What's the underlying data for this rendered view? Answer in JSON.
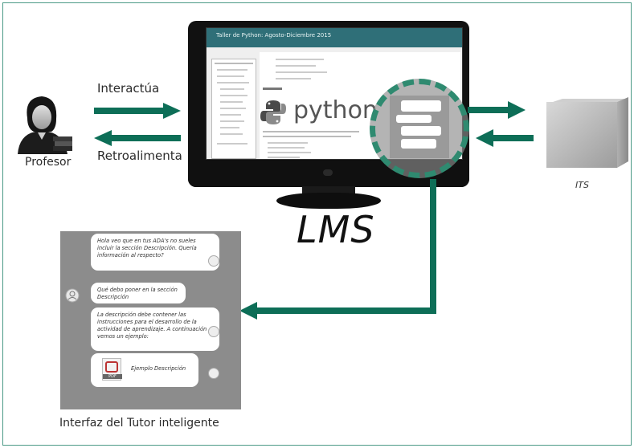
{
  "labels": {
    "interactua": "Interactúa",
    "retroalimenta": "Retroalimenta",
    "profesor": "Profesor",
    "lms": "LMS",
    "its": "ITS",
    "tutor_interface": "Interfaz del Tutor inteligente"
  },
  "screen": {
    "title": "Taller de Python: Agosto-Diciembre 2015",
    "python_text": "python"
  },
  "tutor": {
    "msg1": "Hola veo que en tus ADA's no sueles incluir la sección Descripción. Quería información al respecto?",
    "msg2": "Qué debo poner en la sección Descripción",
    "msg3": "La descripción debe contener las instrucciones para el desarrollo de la actividad de aprendizaje. A continuación vemos un ejemplo:",
    "msg4": "Ejemplo Descripción",
    "pdf": "PDF"
  },
  "colors": {
    "teal": "#0d6e57",
    "frame": "#4b9a86",
    "panel": "#8c8c8c"
  }
}
